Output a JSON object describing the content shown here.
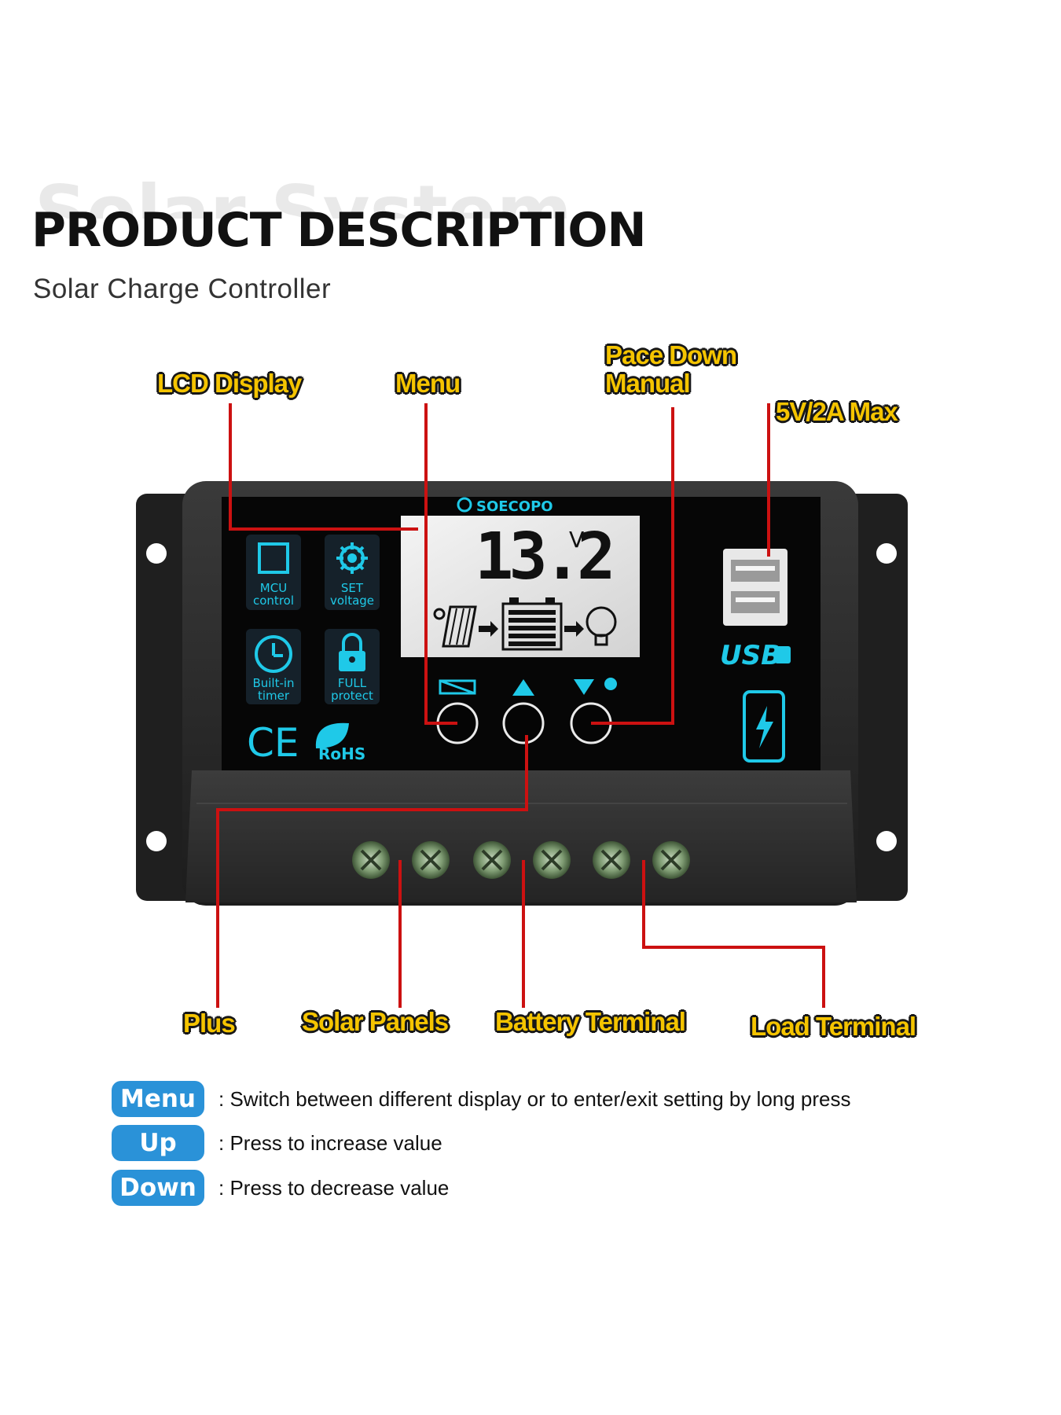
{
  "header": {
    "background_title": "Solar System",
    "title": "PRODUCT DESCRIPTION",
    "subtitle": "Solar Charge Controller"
  },
  "callouts": {
    "lcd_display": "LCD Display",
    "menu": "Menu",
    "pace_down_line1": "Pace Down",
    "pace_down_line2": "Manual",
    "usb_max": "5V/2A Max",
    "plus": "Plus",
    "solar_panels": "Solar Panels",
    "battery_terminal": "Battery Terminal",
    "load_terminal": "Load Terminal"
  },
  "device": {
    "brand": "SOECOPO",
    "lcd_reading": "13.2",
    "lcd_unit": "V",
    "features": [
      {
        "line1": "MCU",
        "line2": "control",
        "icon": "chip-icon"
      },
      {
        "line1": "SET",
        "line2": "voltage",
        "icon": "gear-icon"
      },
      {
        "line1": "Built-in",
        "line2": "timer",
        "icon": "clock-icon"
      },
      {
        "line1": "FULL",
        "line2": "protect",
        "icon": "lock-icon"
      }
    ],
    "certifications": {
      "ce": "CE",
      "rohs": "RoHS"
    },
    "usb_label": "USB"
  },
  "legend": [
    {
      "key": "Menu",
      "desc": ": Switch between different display or to enter/exit setting by long press"
    },
    {
      "key": "Up",
      "desc": ": Press to increase value"
    },
    {
      "key": "Down",
      "desc": ": Press to decrease value"
    }
  ],
  "colors": {
    "accent_cyan": "#1fc9e8",
    "callout_yellow": "#f5c400",
    "pointer_red": "#cc1111",
    "pill_blue": "#2a92d8"
  }
}
